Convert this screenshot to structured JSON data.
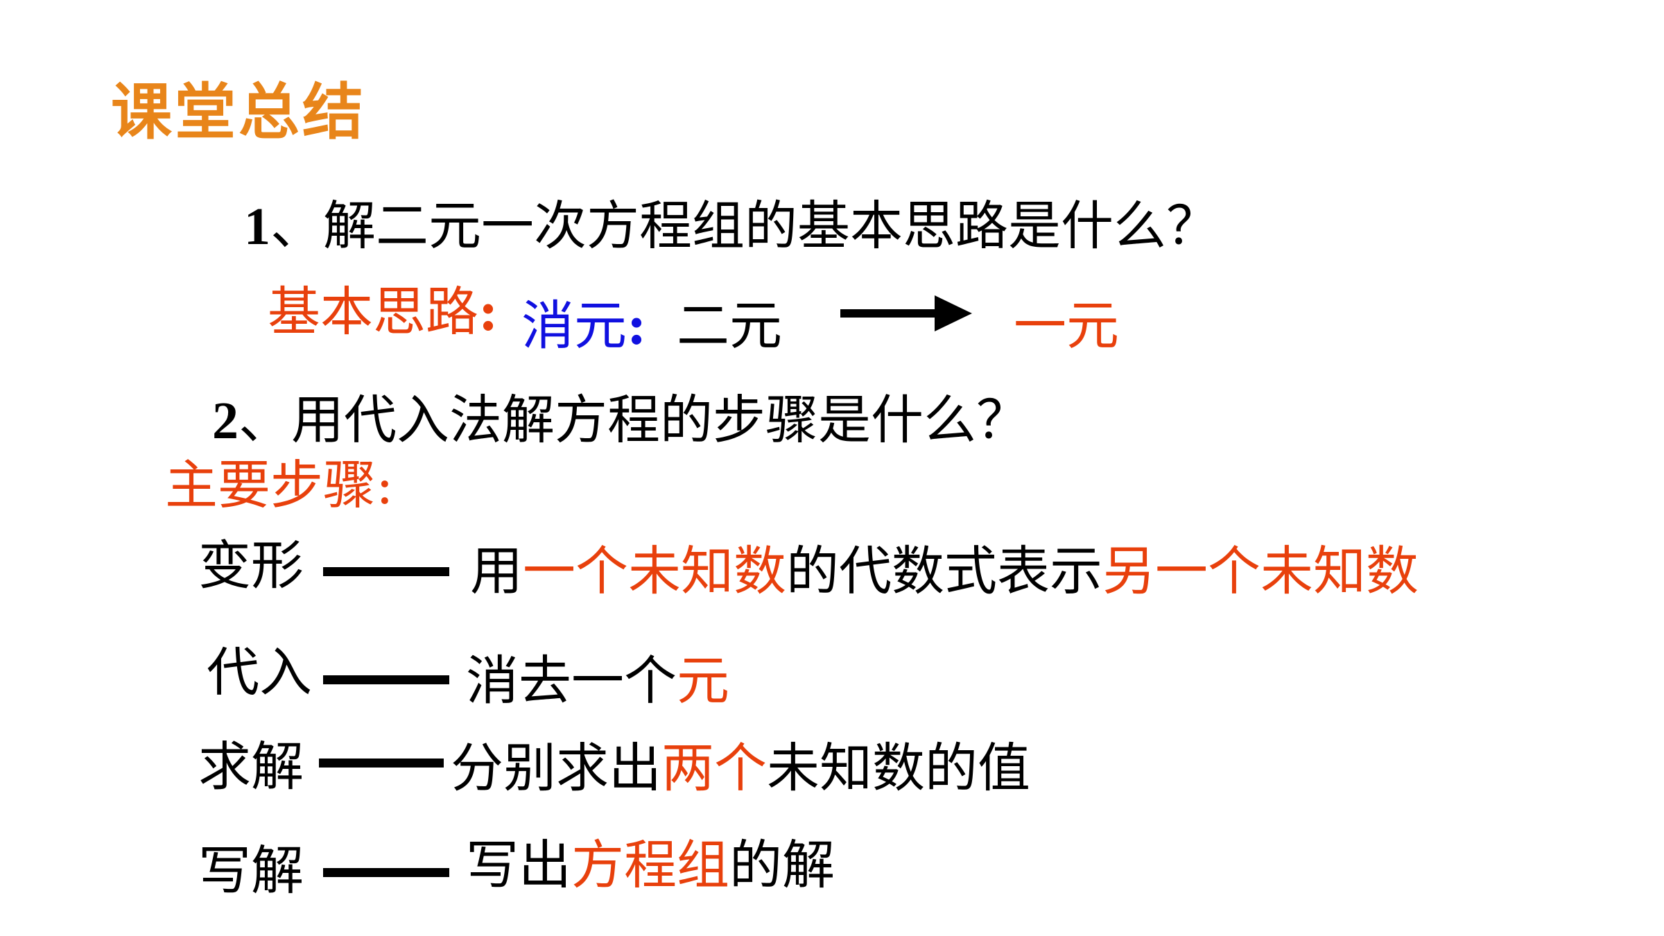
{
  "title": "课堂总结",
  "q1": {
    "num": "1",
    "text": "、解二元一次方程组的基本思路是什么？"
  },
  "idea": {
    "label": "基本思路",
    "colon": ":",
    "method": "消元",
    "method_colon": ":",
    "from": "二元",
    "to": "一元"
  },
  "q2": {
    "num": "2",
    "text": "、用代入法解方程的步骤是什么？"
  },
  "steps_label": "主要步骤:",
  "steps": [
    {
      "name": "变形",
      "segments": [
        {
          "text": "用",
          "color": "black"
        },
        {
          "text": "一个未知数",
          "color": "red"
        },
        {
          "text": "的代数式表示",
          "color": "black"
        },
        {
          "text": "另一个未知数",
          "color": "red"
        }
      ]
    },
    {
      "name": "代入",
      "segments": [
        {
          "text": "消去一个",
          "color": "black"
        },
        {
          "text": "元",
          "color": "red"
        }
      ]
    },
    {
      "name": "求解",
      "segments": [
        {
          "text": "分别求出",
          "color": "black"
        },
        {
          "text": "两个",
          "color": "red"
        },
        {
          "text": "未知数的值",
          "color": "black"
        }
      ]
    },
    {
      "name": "写解",
      "segments": [
        {
          "text": "写出",
          "color": "black"
        },
        {
          "text": "方程组",
          "color": "red"
        },
        {
          "text": "的解",
          "color": "black"
        }
      ]
    }
  ],
  "colors": {
    "title": "#E8851A",
    "red": "#E8400C",
    "blue": "#1010E0",
    "black": "#000000"
  },
  "icons": [
    "right-arrow-icon"
  ]
}
